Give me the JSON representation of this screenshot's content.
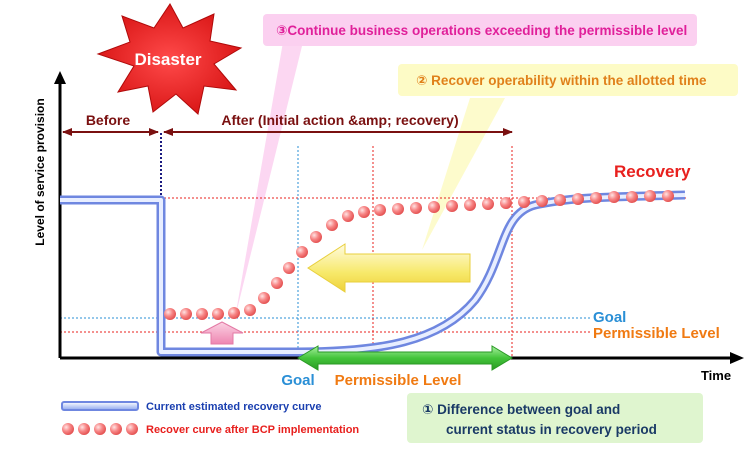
{
  "title_burst": "Disaster",
  "callouts": {
    "c3": "③Continue business operations exceeding the permissible level",
    "c2": "② Recover operability within the allotted time",
    "c1_line1": "① Difference between goal and",
    "c1_line2": "current status in recovery period"
  },
  "axes": {
    "y_label": "Level of service provision",
    "x_label": "Time"
  },
  "phases": {
    "before": "Before",
    "after": "After (Initial action &amp; recovery)"
  },
  "right_labels": {
    "recovery": "Recovery",
    "goal": "Goal",
    "permissible": "Permissible Level"
  },
  "bottom_labels": {
    "goal": "Goal",
    "permissible": "Permissible Level"
  },
  "legend": {
    "current": "Current estimated recovery curve",
    "bcp": "Recover curve after BCP implementation"
  },
  "colors": {
    "burst_red": "#e81c1c",
    "dark_red": "#7a1010",
    "recovery_red": "#e8201e",
    "goal_blue": "#2a8fd6",
    "permissible_orange": "#f07a12",
    "legend_blue": "#1a3fb0",
    "callout3_bg": "#fbd0f0",
    "callout2_bg": "#fdfbc6",
    "callout1_bg": "#dff5cf",
    "curve_blue": "#8fa7ef",
    "dot_red": "#f47575",
    "arrow_yellow": "#f7e96a",
    "arrow_green": "#43c43a",
    "arrow_pink": "#f3a0c4"
  }
}
